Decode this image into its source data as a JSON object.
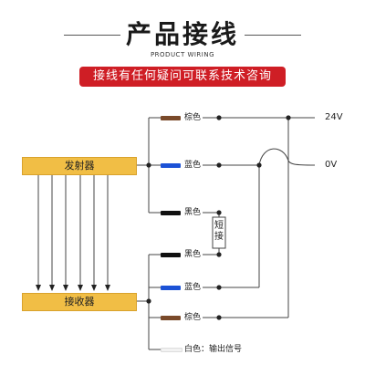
{
  "header": {
    "title": "产品接线",
    "subtitle": "PRODUCT WIRING",
    "banner": "接线有任何疑问可联系技术咨询"
  },
  "devices": {
    "emitter": "发射器",
    "receiver": "接收器"
  },
  "emitter_wires": [
    {
      "label": "棕色",
      "color": "#7a4a2a"
    },
    {
      "label": "蓝色",
      "color": "#1c52d6"
    },
    {
      "label": "黑色",
      "color": "#111111"
    }
  ],
  "receiver_wires": [
    {
      "label": "黑色",
      "color": "#111111"
    },
    {
      "label": "蓝色",
      "color": "#1c52d6"
    },
    {
      "label": "棕色",
      "color": "#7a4a2a"
    },
    {
      "label": "白色：输出信号",
      "color": "#f2f2f2"
    }
  ],
  "jumper_label": "短\n接",
  "power": {
    "positive": "24V",
    "negative": "0V"
  }
}
